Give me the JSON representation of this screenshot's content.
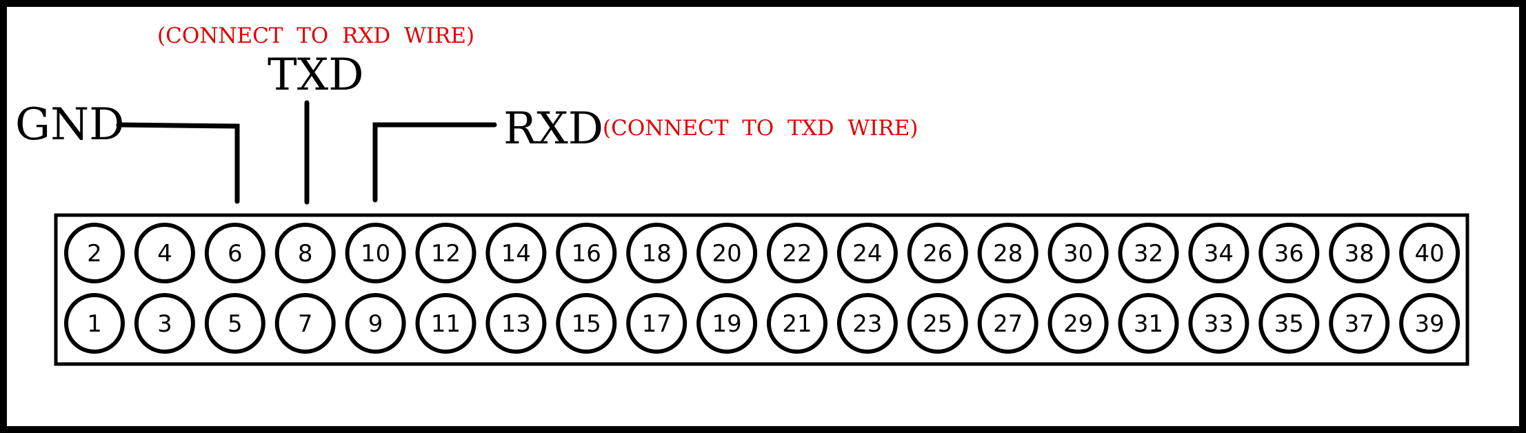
{
  "labels": {
    "gnd": "GND",
    "txd": "TXD",
    "rxd": "RXD",
    "txd_note": "(CONNECT  TO  RXD  WIRE)",
    "rxd_note": "(CONNECT  TO  TXD  WIRE)"
  },
  "colors": {
    "note": "#e00000",
    "line": "#000000"
  },
  "pins": {
    "top_row": [
      "2",
      "4",
      "6",
      "8",
      "10",
      "12",
      "14",
      "16",
      "18",
      "20",
      "22",
      "24",
      "26",
      "28",
      "30",
      "32",
      "34",
      "36",
      "38",
      "40"
    ],
    "bottom_row": [
      "1",
      "3",
      "5",
      "7",
      "9",
      "11",
      "13",
      "15",
      "17",
      "19",
      "21",
      "23",
      "25",
      "27",
      "29",
      "31",
      "33",
      "35",
      "37",
      "39"
    ]
  }
}
